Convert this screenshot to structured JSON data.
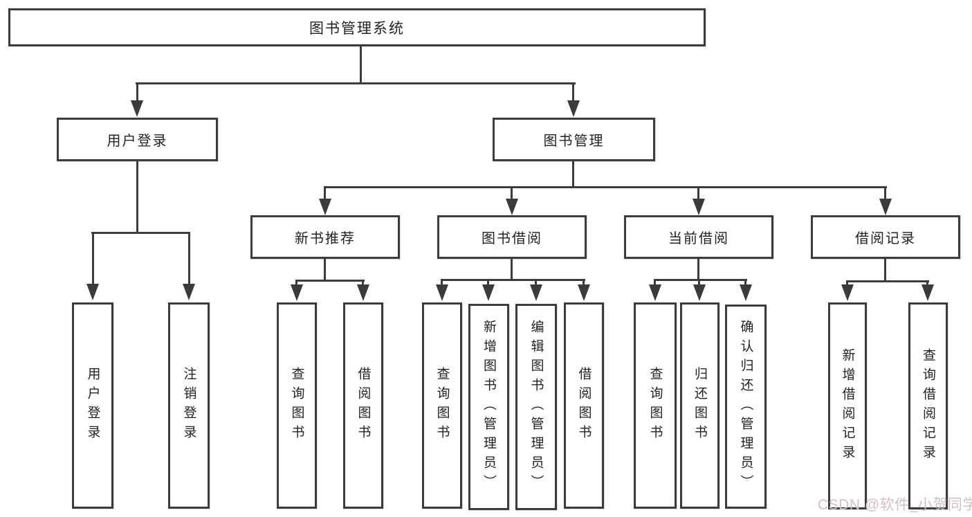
{
  "diagram": {
    "root": {
      "label": "图书管理系统"
    },
    "level2": [
      {
        "label": "用户登录"
      },
      {
        "label": "图书管理"
      }
    ],
    "level3": [
      {
        "label": "新书推荐"
      },
      {
        "label": "图书借阅"
      },
      {
        "label": "当前借阅"
      },
      {
        "label": "借阅记录"
      }
    ],
    "leaves": {
      "login": [
        "用户登录",
        "注销登录"
      ],
      "newbook": [
        "查询图书",
        "借阅图书"
      ],
      "borrow": [
        "查询图书",
        "新增图书（管理员）",
        "编辑图书（管理员）",
        "借阅图书"
      ],
      "current": [
        "查询图书",
        "归还图书",
        "确认归还（管理员）"
      ],
      "records": [
        "新增借阅记录",
        "查询借阅记录"
      ]
    }
  },
  "watermark": {
    "text": "CSDN @软件_小贺同学"
  },
  "colors": {
    "line": "#3b3b3b",
    "text": "#222222",
    "watermark": "#d4bec1",
    "background": "#ffffff"
  }
}
